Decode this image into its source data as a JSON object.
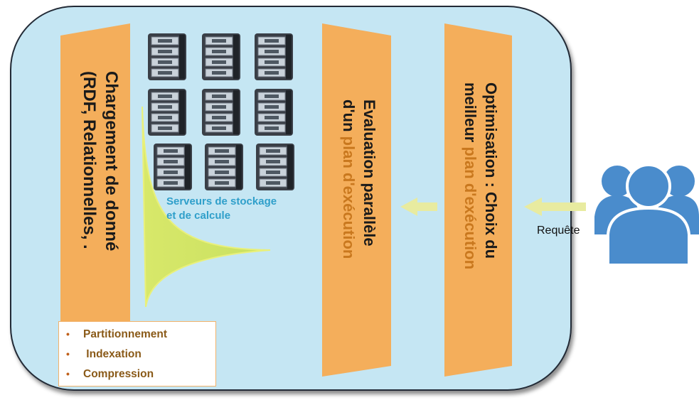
{
  "colors": {
    "background": "#c5e6f3",
    "panel": "#f4ae5b",
    "accent_text": "#c9781e",
    "server_label": "#2f9fca",
    "user_icon": "#4a8ccc"
  },
  "panels": {
    "loading": {
      "line1": "Chargement de donné",
      "line2": "(RDF, Relationnelles, ."
    },
    "evaluation": {
      "line1": "Evaluation parallèle",
      "line2_prefix": "d'un ",
      "line2_accent": "plan d'exécution"
    },
    "optimisation": {
      "line1": "Optimisation : Choix du",
      "line2_prefix": "meilleur  ",
      "line2_accent": "plan d'exécution"
    }
  },
  "servers": {
    "label_line1": "Serveurs de stockage",
    "label_line2": "et de calcule",
    "icon": "server-rack-icon",
    "count": 9
  },
  "features": [
    "Partitionnement",
    " Indexation",
    "Compression"
  ],
  "request_label": "Requête",
  "user_icon": "users-group-icon"
}
